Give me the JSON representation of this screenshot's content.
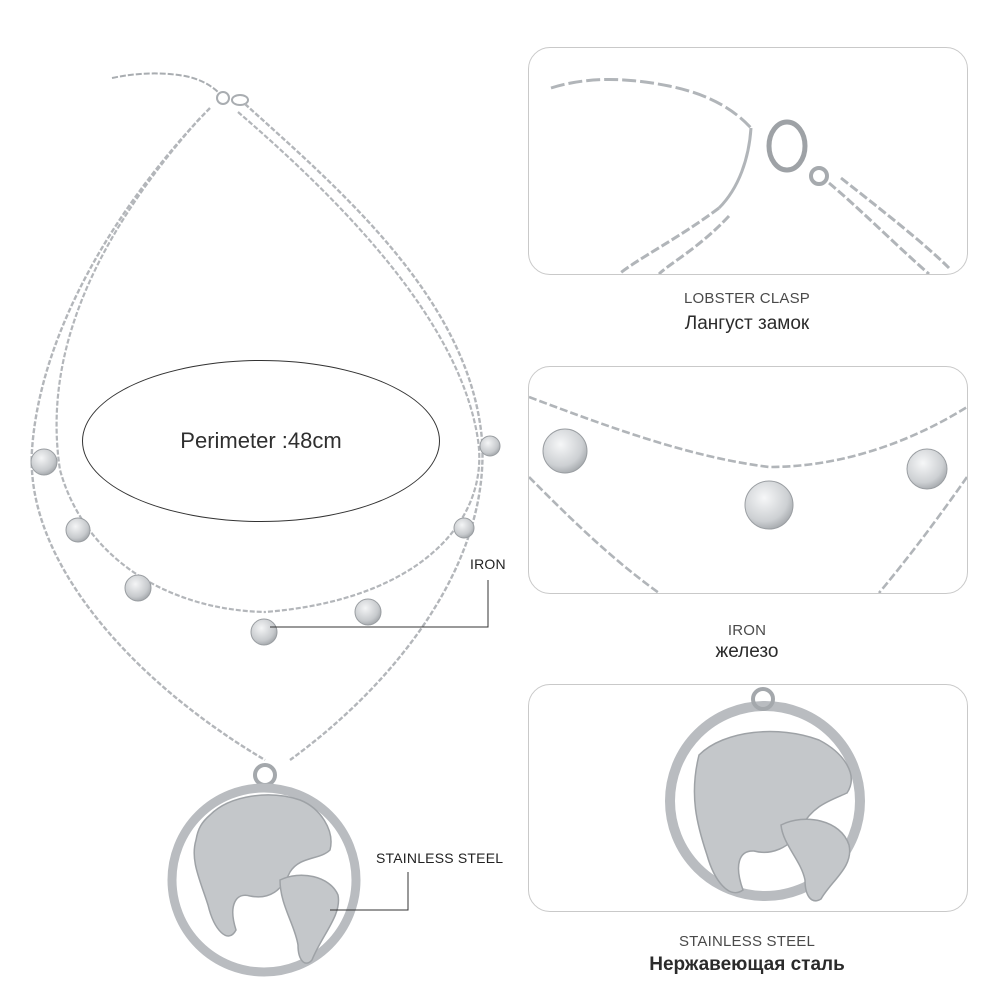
{
  "product": {
    "perimeter_label": "Perimeter :48cm"
  },
  "callouts": {
    "iron": "IRON",
    "stainless": "STAINLESS STEEL"
  },
  "details": [
    {
      "en": "LOBSTER CLASP",
      "ru": "Лангуст замок"
    },
    {
      "en": "IRON",
      "ru": "железо"
    },
    {
      "en": "STAINLESS STEEL",
      "ru": "Нержавеющая сталь"
    }
  ],
  "colors": {
    "metal": "#b9bcc0",
    "metal_dark": "#8e9296",
    "frame": "#c9c9c9",
    "line": "#333333"
  }
}
